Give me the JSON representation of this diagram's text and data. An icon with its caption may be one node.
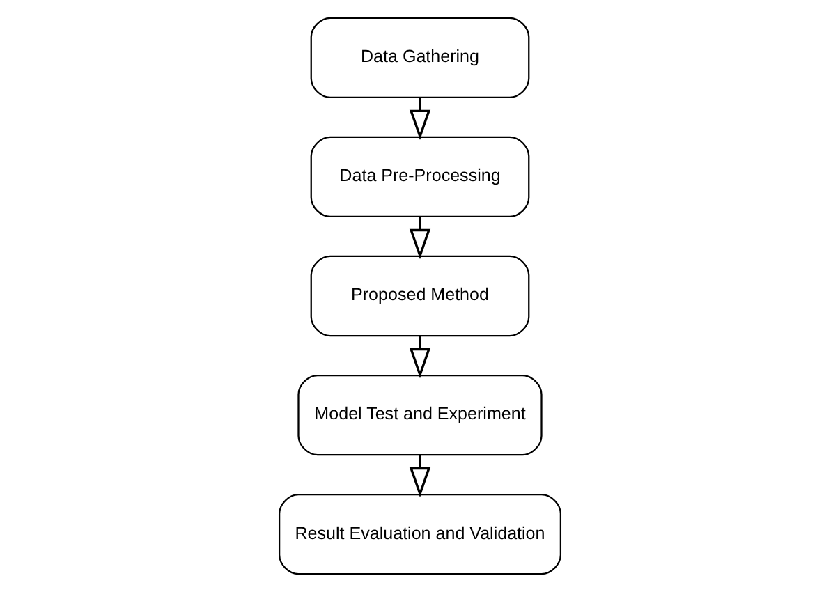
{
  "diagram": {
    "nodes": [
      {
        "text": [
          "Data Gathering"
        ]
      },
      {
        "text": [
          "Data Pre-Processing"
        ]
      },
      {
        "text": [
          "Proposed Method"
        ]
      },
      {
        "text": [
          "Model Test and Experiment"
        ]
      },
      {
        "text": [
          "Result Evaluation and Validation"
        ]
      }
    ],
    "edges": [
      {
        "from": 0,
        "to": 1,
        "arrow": "to"
      },
      {
        "from": 1,
        "to": 2,
        "arrow": "to"
      },
      {
        "from": 2,
        "to": 3,
        "arrow": "to"
      },
      {
        "from": 3,
        "to": 4,
        "arrow": "to"
      }
    ]
  }
}
